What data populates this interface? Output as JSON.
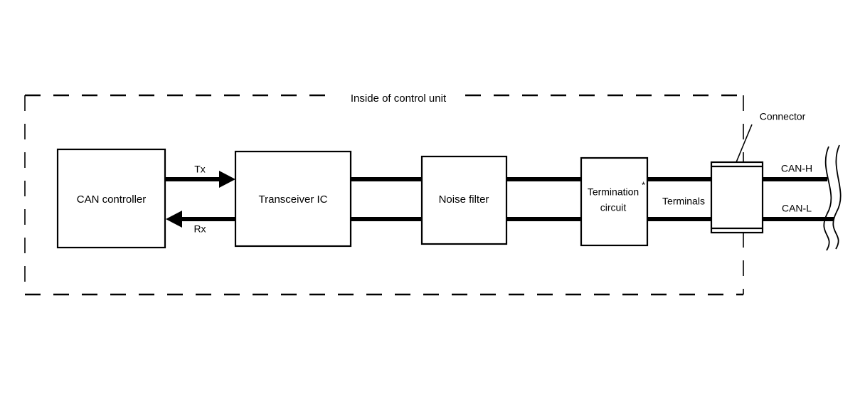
{
  "diagram": {
    "title_label": "Inside of control unit",
    "boundary": {
      "style": "dashed",
      "color": "#000000"
    },
    "blocks": [
      {
        "id": "can-controller",
        "label": "CAN controller",
        "label2": "",
        "note": ""
      },
      {
        "id": "transceiver-ic",
        "label": "Transceiver IC",
        "label2": "",
        "note": ""
      },
      {
        "id": "noise-filter",
        "label": "Noise filter",
        "label2": "",
        "note": ""
      },
      {
        "id": "termination-circuit",
        "label": "Termination",
        "label2": "circuit",
        "note": "*"
      }
    ],
    "signals": [
      {
        "id": "tx",
        "label": "Tx",
        "direction": "right"
      },
      {
        "id": "rx",
        "label": "Rx",
        "direction": "left"
      }
    ],
    "labels": {
      "terminals": "Terminals",
      "connector": "Connector",
      "can_high": "CAN-H",
      "can_low": "CAN-L"
    },
    "colors": {
      "line": "#000000",
      "fill": "#ffffff",
      "background": "#ffffff"
    }
  }
}
